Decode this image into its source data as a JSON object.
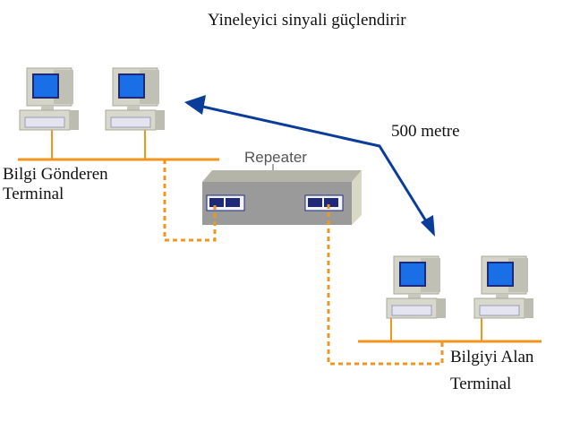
{
  "diagram": {
    "title": "Yineleyici sinyali güçlendirir",
    "distance_label": "500 metre",
    "repeater_label": "Repeater",
    "sender_label_line1": "Bilgi Gönderen",
    "sender_label_line2": "Terminal",
    "receiver_label_line1": "Bilgiyi Alan",
    "receiver_label_line2": "Terminal",
    "colors": {
      "cable": "#f0961e",
      "arrow": "#0a3c9a",
      "screen": "#1a6ee6",
      "repeater": "#9a9a9a"
    }
  }
}
